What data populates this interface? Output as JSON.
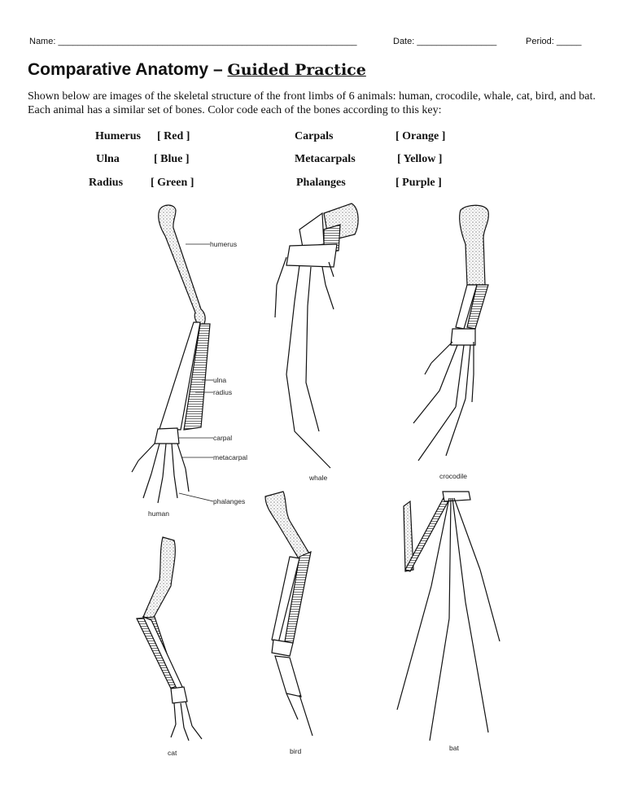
{
  "header": {
    "name_label": "Name: ____________________________________________________________",
    "date_label": "Date: ________________",
    "period_label": "Period: _____"
  },
  "title": {
    "main": "Comparative Anatomy – ",
    "sub": "Guided Practice"
  },
  "intro": "Shown below are images of the skeletal structure of the front limbs of 6 animals:  human, crocodile, whale, cat, bird, and bat.  Each animal has a similar set of bones.  Color code each of the bones according to this key:",
  "key": [
    {
      "bone": "Humerus",
      "color": "[ Red  ]"
    },
    {
      "bone": "Ulna",
      "color": "[ Blue  ]"
    },
    {
      "bone": "Radius",
      "color": "[  Green ]"
    },
    {
      "bone": "Carpals",
      "color": "[  Orange ]"
    },
    {
      "bone": "Metacarpals",
      "color": "[ Yellow  ]"
    },
    {
      "bone": "Phalanges",
      "color": "[ Purple  ]"
    }
  ],
  "figure_labels": {
    "humerus": "humerus",
    "ulna": "ulna",
    "radius": "radius",
    "carpal": "carpal",
    "metacarpal": "metacarpal",
    "phalanges": "phalanges",
    "human": "human",
    "whale": "whale",
    "crocodile": "crocodile",
    "cat": "cat",
    "bird": "bird",
    "bat": "bat"
  }
}
